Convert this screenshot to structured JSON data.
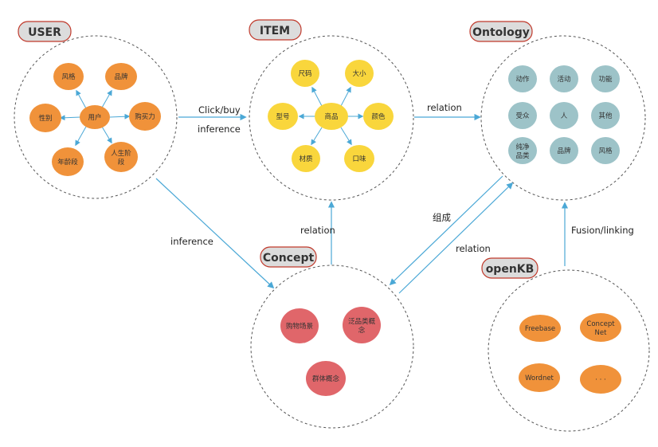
{
  "groups": {
    "user": {
      "title": "USER",
      "center": "用户",
      "nodes": [
        "风格",
        "品牌",
        "性别",
        "购买力",
        "年龄段",
        "人生阶段"
      ]
    },
    "item": {
      "title": "ITEM",
      "center": "商品",
      "nodes": [
        "尺码",
        "大小",
        "型号",
        "颜色",
        "材质",
        "口味"
      ]
    },
    "ontology": {
      "title": "Ontology",
      "nodes": [
        "动作",
        "活动",
        "功能",
        "受众",
        "人",
        "其他",
        "纯净品类",
        "品牌",
        "风格"
      ]
    },
    "concept": {
      "title": "Concept",
      "nodes": [
        "购物场景",
        "泛品类概念",
        "群体概念"
      ]
    },
    "openkb": {
      "title": "openKB",
      "nodes": [
        "Freebase",
        "Concept Net",
        "Wordnet",
        "· · ·"
      ]
    }
  },
  "edges": {
    "click_buy": "Click/buy",
    "inference_top": "inference",
    "relation_item_ontology": "relation",
    "inference_user_concept": "inference",
    "relation_concept_item": "relation",
    "zucheng": "组成",
    "relation_ontology_concept": "relation",
    "fusion_linking": "Fusion/linking"
  },
  "colors": {
    "orange": "#F0923A",
    "yellow": "#F9D63C",
    "teal": "#9DC3C8",
    "red": "#E0666A",
    "arrow": "#4BA8D6",
    "dash": "#555555",
    "title_bg": "#DCDCDC",
    "title_border": "#C0392B"
  }
}
